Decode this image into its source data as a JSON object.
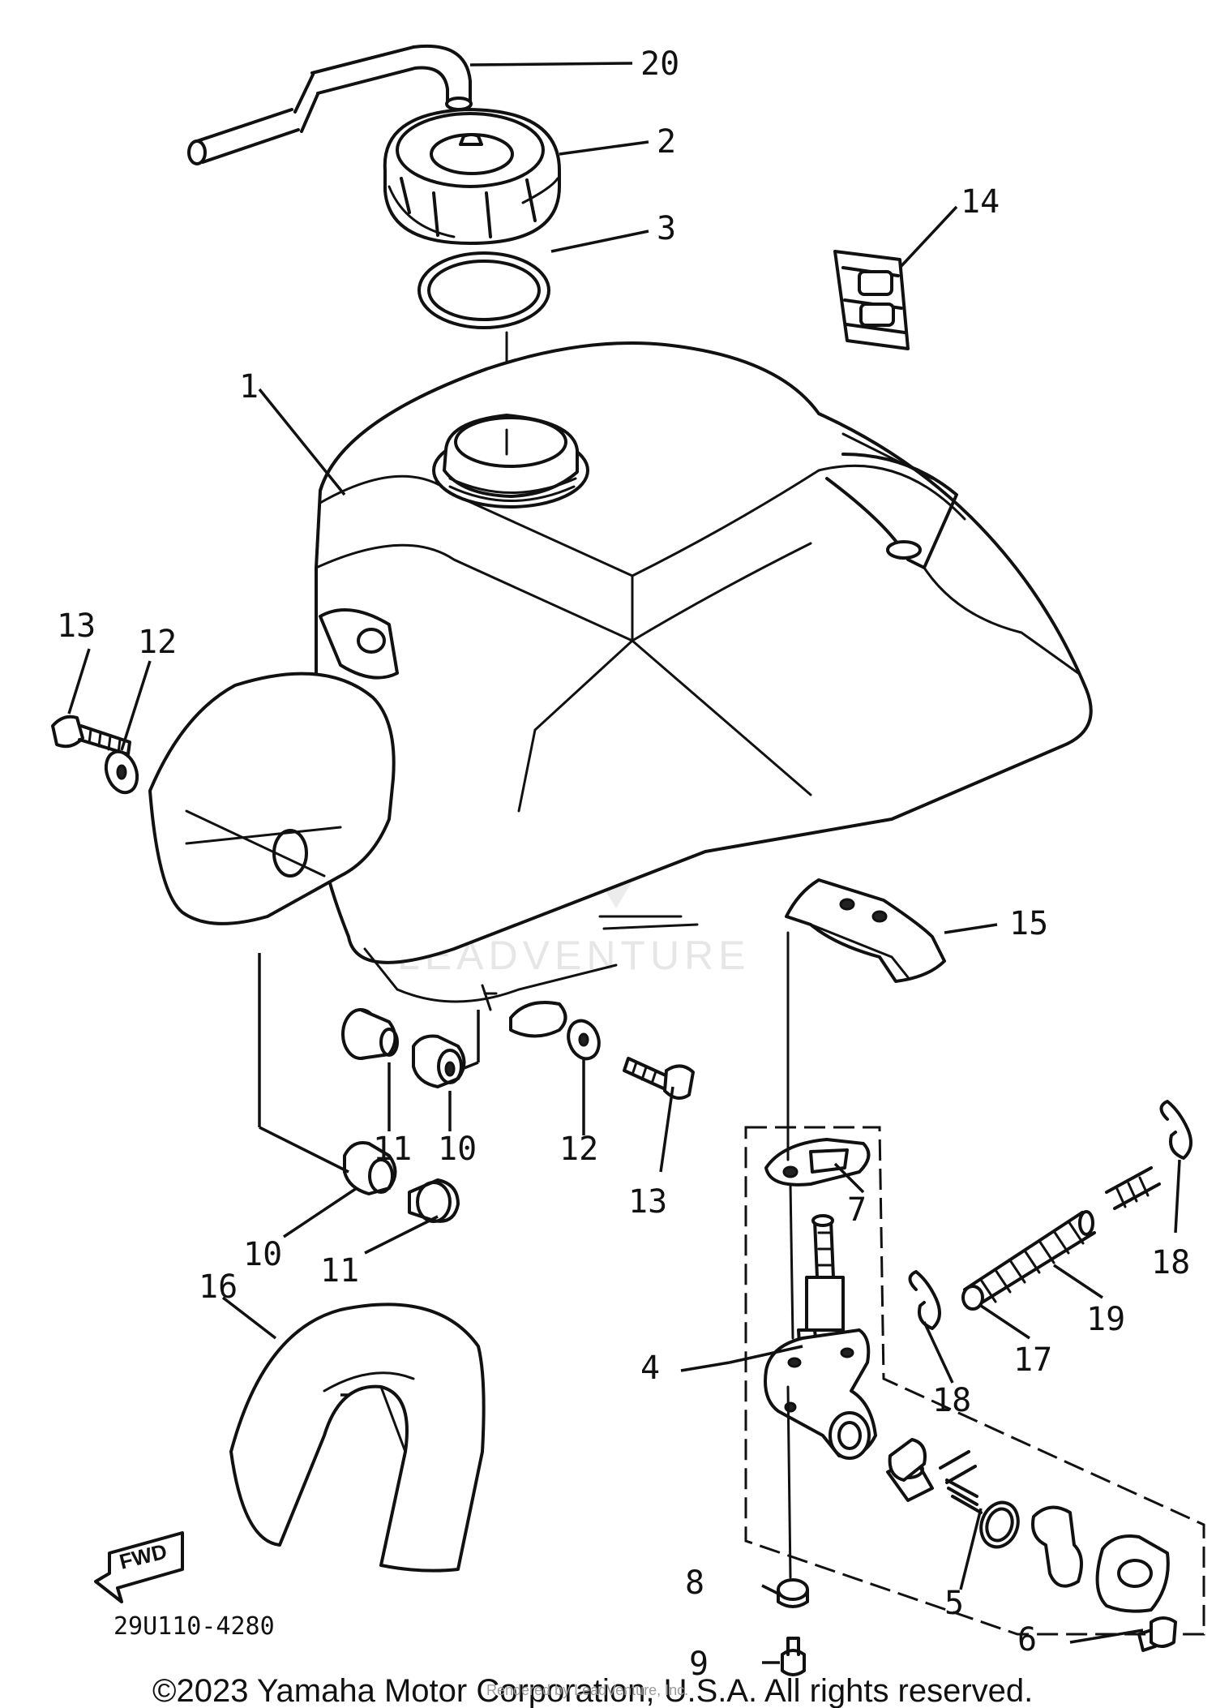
{
  "diagram": {
    "part_code": "29U110-4280",
    "copyright": "©2023 Yamaha Motor Corporation, U.S.A. All rights reserved.",
    "watermark": "LEADVENTURE",
    "rendered_by": "Rendered by LeadVenture, Inc.",
    "fwd_label": "FWD",
    "callouts": [
      "1",
      "2",
      "3",
      "4",
      "5",
      "6",
      "7",
      "8",
      "9",
      "10",
      "10",
      "11",
      "11",
      "12",
      "12",
      "13",
      "13",
      "14",
      "15",
      "16",
      "17",
      "18",
      "18",
      "19",
      "20"
    ]
  }
}
